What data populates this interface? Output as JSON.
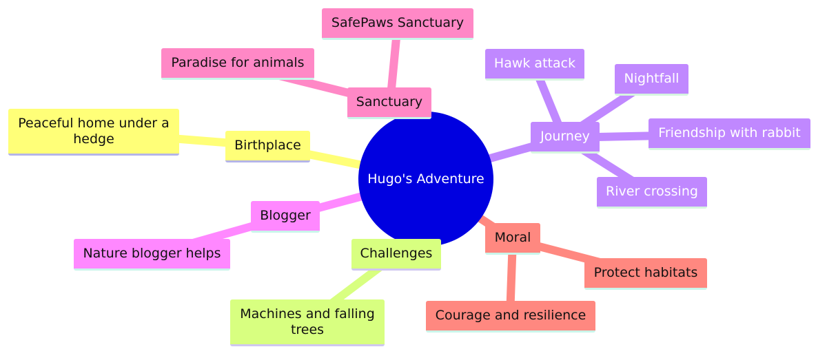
{
  "root": {
    "label": "Hugo's Adventure"
  },
  "branches": {
    "sanctuary": {
      "label": "Sanctuary",
      "children": [
        "SafePaws Sanctuary",
        "Paradise for animals"
      ]
    },
    "birthplace": {
      "label": "Birthplace",
      "children": [
        "Peaceful home under a hedge"
      ]
    },
    "blogger": {
      "label": "Blogger",
      "children": [
        "Nature blogger helps"
      ]
    },
    "challenges": {
      "label": "Challenges",
      "children": [
        "Machines and falling trees"
      ]
    },
    "moral": {
      "label": "Moral",
      "children": [
        "Protect habitats",
        "Courage and resilience"
      ]
    },
    "journey": {
      "label": "Journey",
      "children": [
        "Hawk attack",
        "Nightfall",
        "Friendship with rabbit",
        "River crossing"
      ]
    }
  },
  "colors": {
    "root": "#0000e0",
    "sanctuary": "#ff88c6",
    "birthplace": "#ffff78",
    "blogger": "#ff88ff",
    "challenges": "#d8ff80",
    "moral": "#ff8880",
    "journey": "#c088ff"
  }
}
